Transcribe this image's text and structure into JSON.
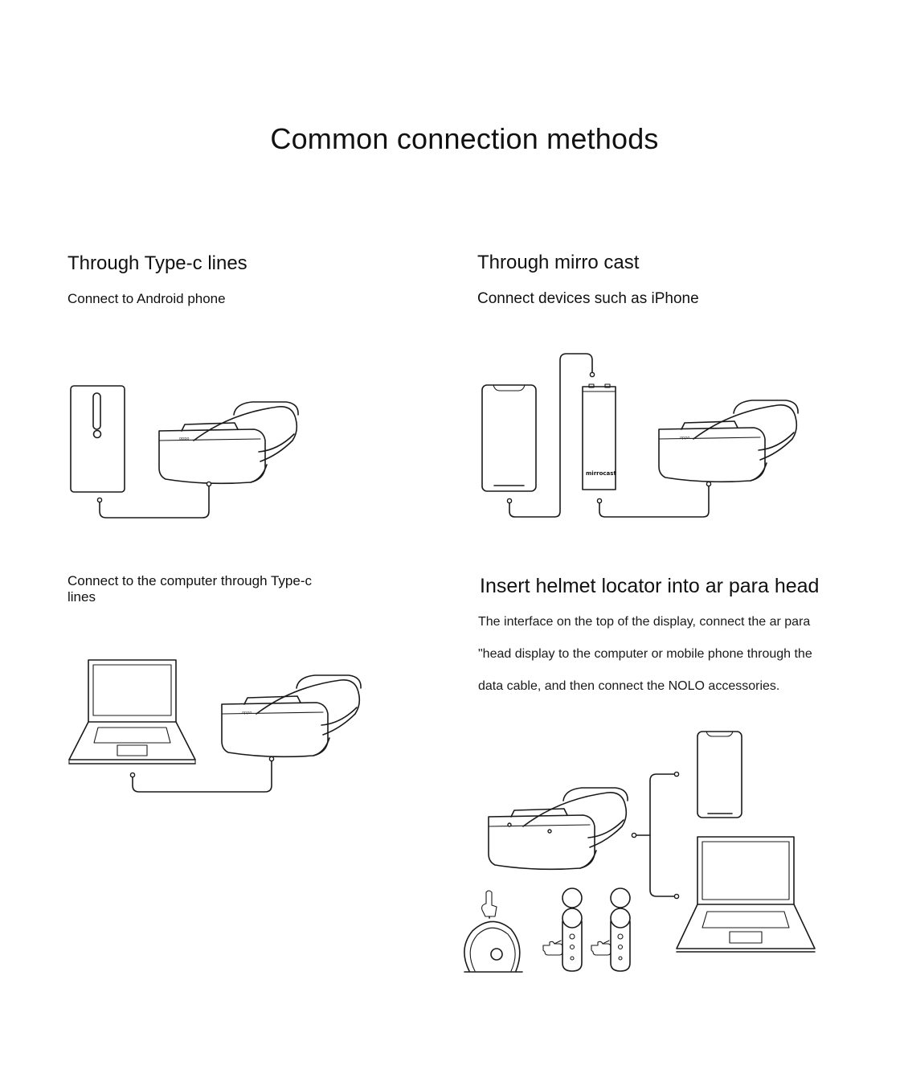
{
  "title": "Common connection methods",
  "sections": [
    {
      "heading": "Through Type-c lines",
      "subtitle": "Connect to Android phone"
    },
    {
      "heading": "Through mirro cast",
      "subtitle": "Connect devices such as iPhone",
      "adapter_label": "mirrocast"
    },
    {
      "heading": "",
      "subtitle_line1": "Connect to the computer through Type-c",
      "subtitle_line2": "lines"
    },
    {
      "heading": "Insert helmet locator into ar para head",
      "paragraph": [
        "The interface on the top of the display, connect the ar para",
        "\"head display to the computer or mobile phone through the",
        "data cable, and then connect the NOLO accessories."
      ]
    }
  ],
  "headset_brand": "oppo",
  "icons": [
    "android-phone-icon",
    "iphone-icon",
    "laptop-icon",
    "ar-headset-icon",
    "mirrocast-adapter-icon",
    "base-station-icon",
    "controller-icon",
    "pointing-hand-icon"
  ]
}
